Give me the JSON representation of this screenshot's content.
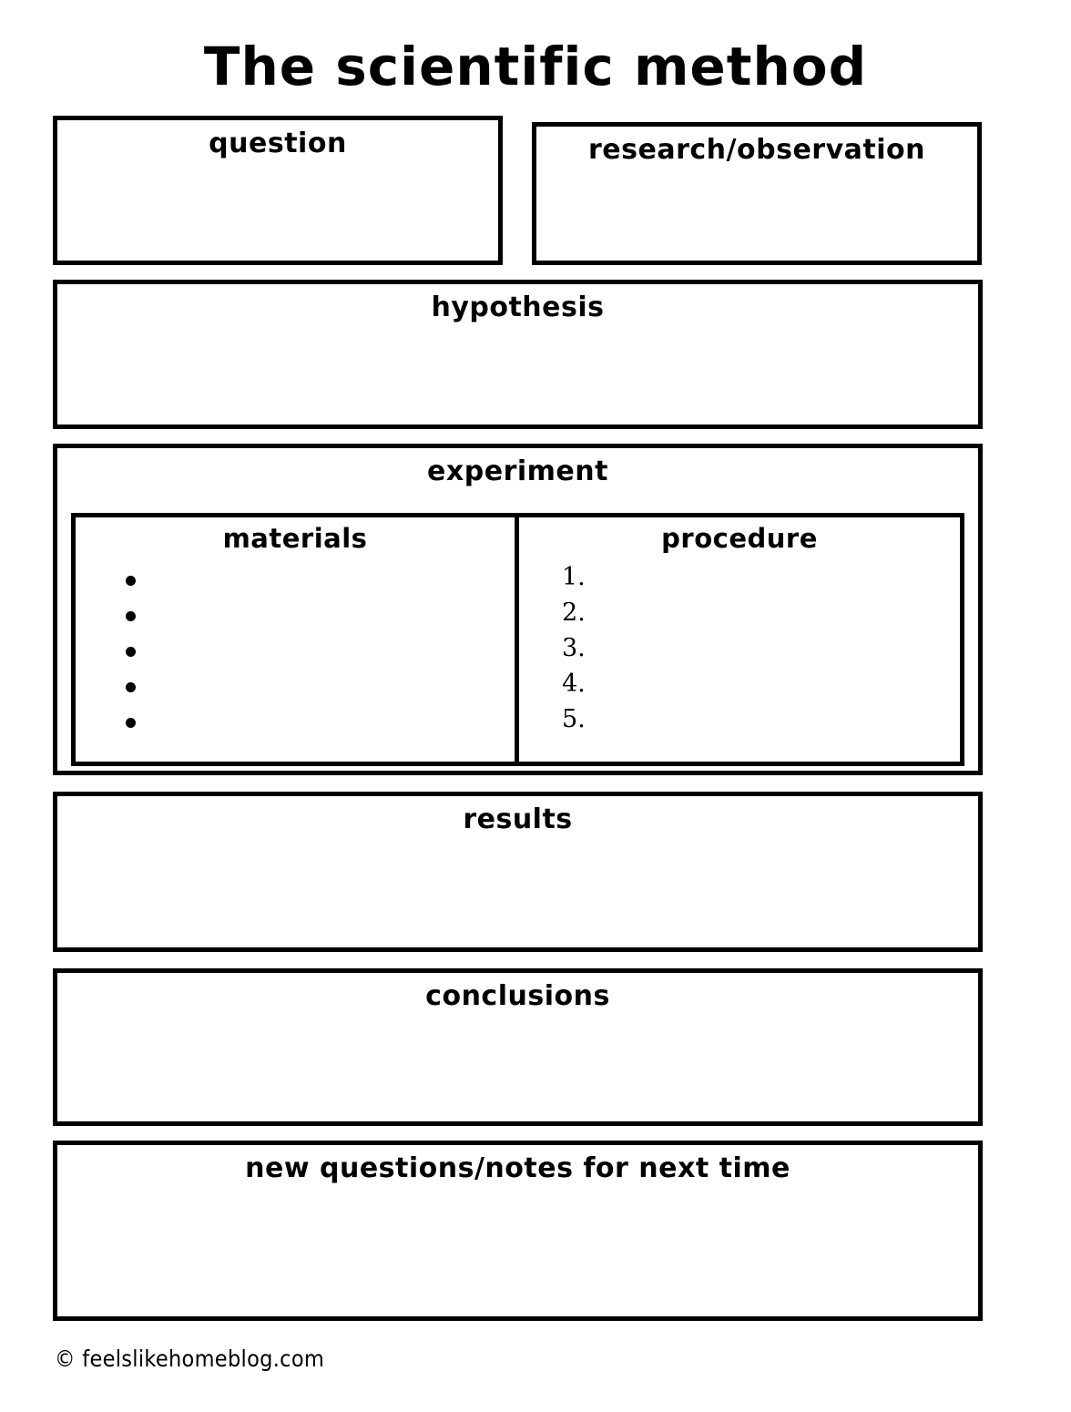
{
  "document": {
    "title": "The scientific method",
    "footer_credit": "© feelslikehomeblog.com"
  },
  "sections": {
    "question": {
      "title": "question",
      "value": ""
    },
    "research": {
      "title": "research/observation",
      "value": ""
    },
    "hypothesis": {
      "title": "hypothesis",
      "value": ""
    },
    "experiment": {
      "title": "experiment",
      "materials": {
        "title": "materials",
        "bullets": [
          "",
          "",
          "",
          "",
          ""
        ]
      },
      "procedure": {
        "title": "procedure",
        "steps": [
          {
            "number": "1.",
            "value": ""
          },
          {
            "number": "2.",
            "value": ""
          },
          {
            "number": "3.",
            "value": ""
          },
          {
            "number": "4.",
            "value": ""
          },
          {
            "number": "5.",
            "value": ""
          }
        ]
      }
    },
    "results": {
      "title": "results",
      "value": ""
    },
    "conclusions": {
      "title": "conclusions",
      "value": ""
    },
    "new_questions": {
      "title": "new questions/notes for next time",
      "value": ""
    }
  },
  "style": {
    "ink_color": "#000000",
    "paper_color": "#ffffff"
  }
}
